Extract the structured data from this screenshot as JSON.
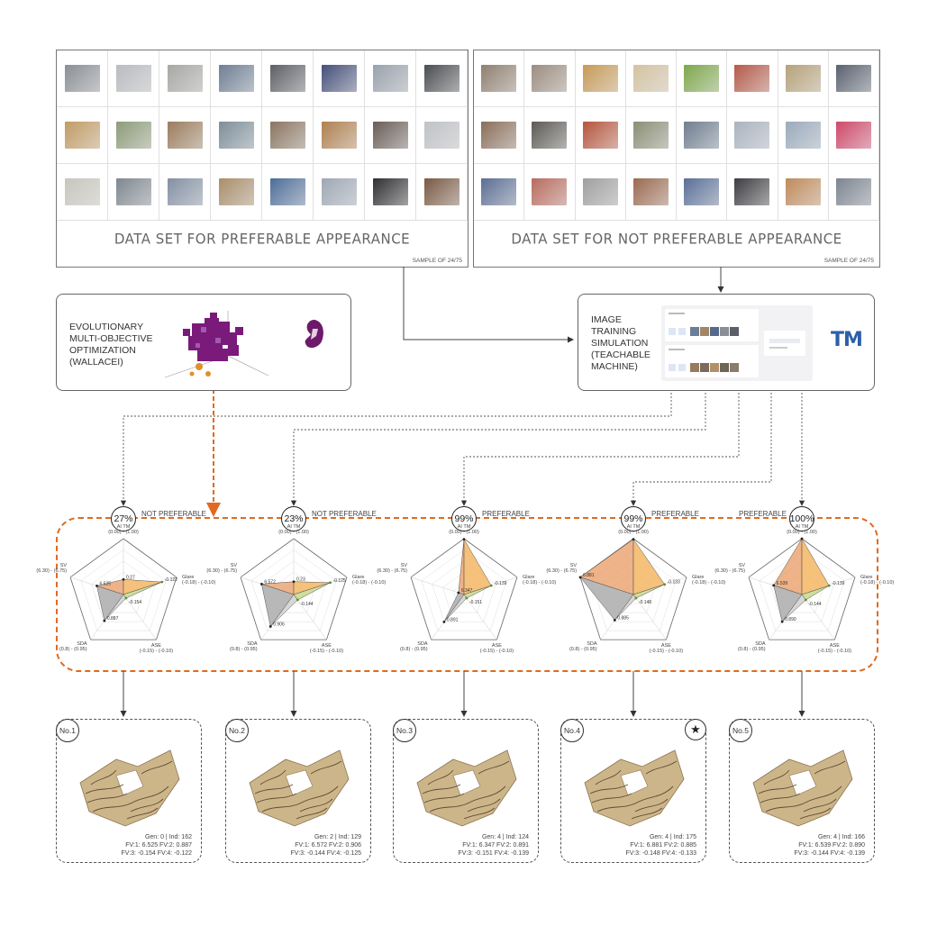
{
  "dataset_pref": {
    "title": "DATA SET FOR PREFERABLE APPEARANCE",
    "sample": "SAMPLE OF 24/75",
    "thumb_colors": [
      "#8a8f96",
      "#b9bcc0",
      "#a7a8a4",
      "#6f7f95",
      "#5d5f66",
      "#45507a",
      "#9aa2ad",
      "#4b4e52",
      "#c29b64",
      "#8d9c7a",
      "#9b7c5c",
      "#7d8e9a",
      "#8a7560",
      "#b08050",
      "#6a5d57",
      "#bfc2c6",
      "#c8c6bd",
      "#7e8790",
      "#8390a3",
      "#a98e6a",
      "#4d6d9a",
      "#9ea8b5",
      "#2f2f33",
      "#7a5a44"
    ]
  },
  "dataset_notpref": {
    "title": "DATA SET FOR NOT PREFERABLE APPEARANCE",
    "sample": "SAMPLE OF 24/75",
    "thumb_colors": [
      "#8f8070",
      "#9c8d80",
      "#c79a57",
      "#d3c3a1",
      "#7da84b",
      "#b55a4a",
      "#b6a27a",
      "#5a6270",
      "#8a6e5a",
      "#5d5a55",
      "#b7553d",
      "#8a8f76",
      "#6f7e90",
      "#aab4c0",
      "#9aabbd",
      "#d0486a",
      "#5b6e94",
      "#b96b5e",
      "#a0a0a0",
      "#9b6a50",
      "#5a6f98",
      "#3d3d42",
      "#c08a5a",
      "#7c8591"
    ]
  },
  "optimization_box": {
    "label": [
      "EVOLUTIONARY",
      "MULTI-OBJECTIVE",
      "OPTIMIZATION",
      "(WALLACEi)"
    ]
  },
  "training_box": {
    "label": [
      "IMAGE",
      "TRAINING",
      "SIMULATION",
      "(TEACHABLE",
      "MACHINE)"
    ],
    "logo": "TM"
  },
  "results": [
    {
      "pct": "27%",
      "status": "NOT PREFERABLE",
      "no": "No.1",
      "starred": false,
      "stats": [
        "Gen: 0 | Ind: 162",
        "FV:1: 6.525    FV:2: 0.887",
        "FV:3: -0.154    FV:4: -0.122"
      ]
    },
    {
      "pct": "23%",
      "status": "NOT PREFERABLE",
      "no": "No.2",
      "starred": false,
      "stats": [
        "Gen: 2 | Ind: 129",
        "FV:1: 6.572    FV:2: 0.906",
        "FV:3: -0.144    FV:4: -0.125"
      ]
    },
    {
      "pct": "99%",
      "status": "PREFERABLE",
      "no": "No.3",
      "starred": false,
      "stats": [
        "Gen: 4 | Ind: 124",
        "FV:1: 6.347    FV:2: 0.891",
        "FV:3: -0.151    FV:4: -0.139"
      ]
    },
    {
      "pct": "99%",
      "status": "PREFERABLE",
      "no": "No.4",
      "starred": true,
      "stats": [
        "Gen: 4 | Ind: 175",
        "FV:1: 6.881    FV:2: 0.885",
        "FV:3: -0.148    FV:4: -0.133"
      ]
    },
    {
      "pct": "100%",
      "status": "PREFERABLE",
      "no": "No.5",
      "starred": false,
      "stats": [
        "Gen: 4 | Ind: 166",
        "FV:1: 6.539    FV:2: 0.890",
        "FV:3: -0.144    FV:4: -0.139"
      ]
    }
  ],
  "radar_axes": [
    {
      "name": "AI TM",
      "range": "(0.00) - (1.00)"
    },
    {
      "name": "Glare",
      "range": "(-0.18) - (-0.10)"
    },
    {
      "name": "ASE",
      "range": "(-0.15) - (-0.10)"
    },
    {
      "name": "SDA",
      "range": "(0.8) - (0.95)"
    },
    {
      "name": "SV",
      "range": "(6.30) - (6.75)"
    }
  ],
  "chart_data": [
    {
      "type": "radar",
      "axes": [
        "AI TM",
        "Glare",
        "ASE",
        "SDA",
        "SV"
      ],
      "values": [
        0.27,
        -0.122,
        -0.154,
        0.887,
        6.525
      ],
      "labels": [
        "0.27",
        "-0.122",
        "-0.154",
        "0.887",
        "6.525"
      ]
    },
    {
      "type": "radar",
      "axes": [
        "AI TM",
        "Glare",
        "ASE",
        "SDA",
        "SV"
      ],
      "values": [
        0.23,
        -0.125,
        -0.144,
        0.906,
        6.572
      ],
      "labels": [
        "0.23",
        "-0.125",
        "-0.144",
        "0.906",
        "6.572"
      ]
    },
    {
      "type": "radar",
      "axes": [
        "AI TM",
        "Glare",
        "ASE",
        "SDA",
        "SV"
      ],
      "values": [
        0.99,
        -0.139,
        -0.151,
        0.891,
        6.347
      ],
      "labels": [
        "",
        "-0.139",
        "-0.151",
        "0.891",
        "6.347"
      ]
    },
    {
      "type": "radar",
      "axes": [
        "AI TM",
        "Glare",
        "ASE",
        "SDA",
        "SV"
      ],
      "values": [
        0.99,
        -0.133,
        -0.148,
        0.885,
        6.881
      ],
      "labels": [
        "",
        "-0.133",
        "-0.148",
        "0.885",
        "6.881"
      ]
    },
    {
      "type": "radar",
      "axes": [
        "AI TM",
        "Glare",
        "ASE",
        "SDA",
        "SV"
      ],
      "values": [
        1.0,
        -0.139,
        -0.144,
        0.89,
        6.539
      ],
      "labels": [
        "",
        "-0.139",
        "-0.144",
        "0.890",
        "6.539"
      ]
    }
  ]
}
